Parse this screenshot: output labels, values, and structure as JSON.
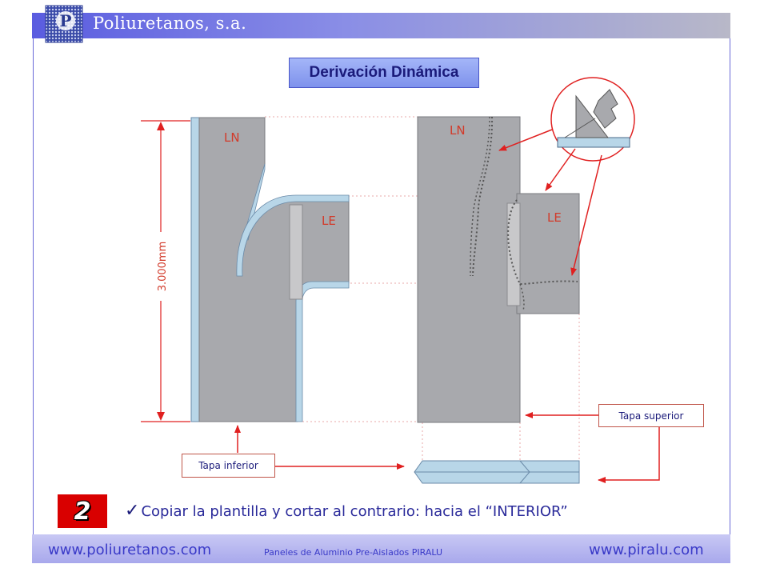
{
  "header": {
    "company_name": "Poliuretanos, s.a.",
    "logo_letter": "P"
  },
  "title": "Derivación Dinámica",
  "diagram": {
    "dimension_label": "3.000mm",
    "left_panel": {
      "ln_label": "LN",
      "le_label": "LE"
    },
    "right_panel": {
      "ln_label": "LN",
      "le_label": "LE"
    },
    "callouts": {
      "tapa_superior": "Tapa superior",
      "tapa_inferior": "Tapa inferior"
    },
    "colors": {
      "panel_gray": "#a8a9ad",
      "edge_blue": "#b8d6e8",
      "arrow_red": "#e02020",
      "label_red": "#d23a2a"
    }
  },
  "step": {
    "number": "2",
    "check_glyph": "✓",
    "instruction": "Copiar la plantilla y cortar al contrario: hacia el “INTERIOR”"
  },
  "footer": {
    "left_url": "www.poliuretanos.com",
    "center_text": "Paneles de Aluminio Pre-Aislados PIRALU",
    "right_url": "www.piralu.com"
  }
}
